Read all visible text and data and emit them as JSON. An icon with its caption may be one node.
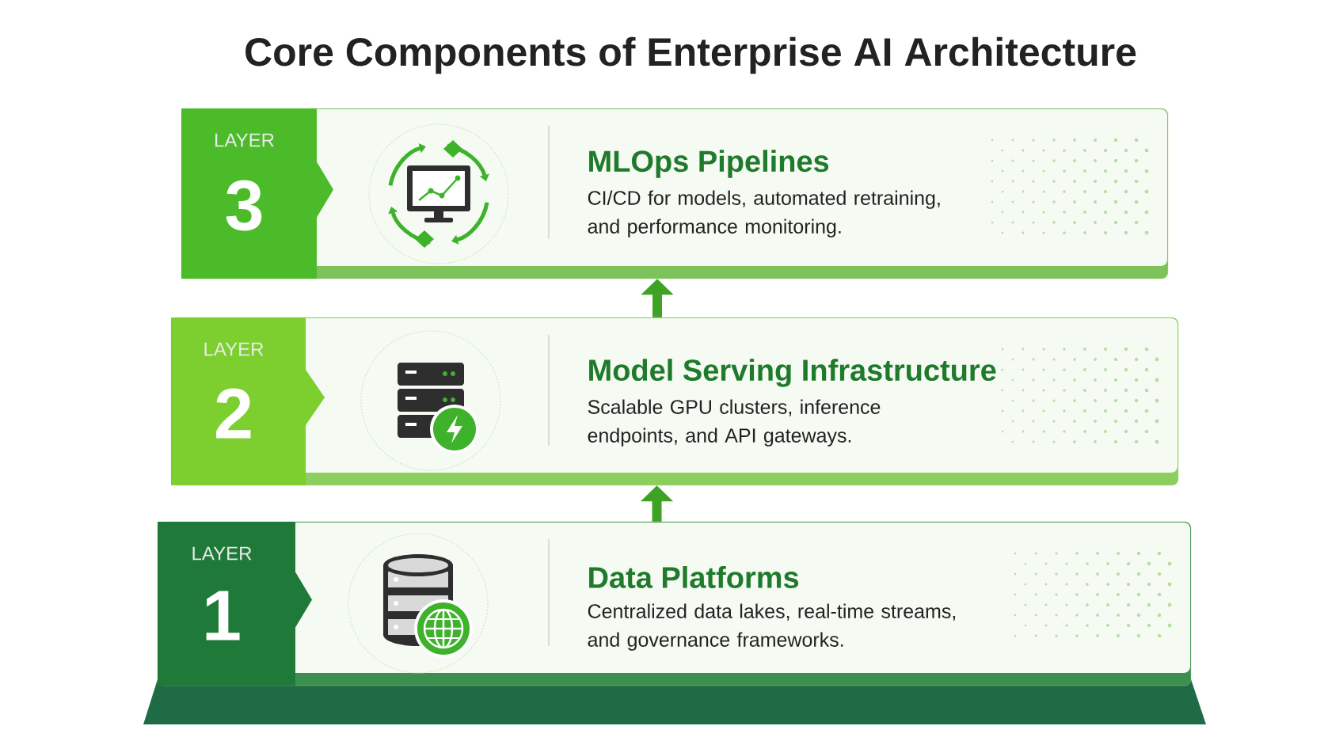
{
  "diagram": {
    "title": "Core Components of Enterprise AI Architecture",
    "nodes": [
      {
        "text": [
          "MLOps Pipelines",
          "CI/CD for models, automated retraining, and performance monitoring."
        ]
      },
      {
        "text": [
          "LAYER",
          "3"
        ],
        "in": 0
      },
      {
        "text": [
          "Model Serving Infrastructure",
          "Scalable GPU clusters, inference endpoints, and API gateways."
        ]
      },
      {
        "text": [
          "LAYER",
          "2"
        ],
        "in": 2
      },
      {
        "text": [
          "Data Platforms",
          "Centralized data lakes, real-time streams, and governance frameworks."
        ]
      },
      {
        "text": [
          "LAYER",
          "1"
        ],
        "in": 4
      }
    ],
    "edges": [
      {
        "from": 4,
        "to": 2,
        "arrow": "to"
      },
      {
        "from": 2,
        "to": 0,
        "arrow": "to"
      }
    ]
  }
}
